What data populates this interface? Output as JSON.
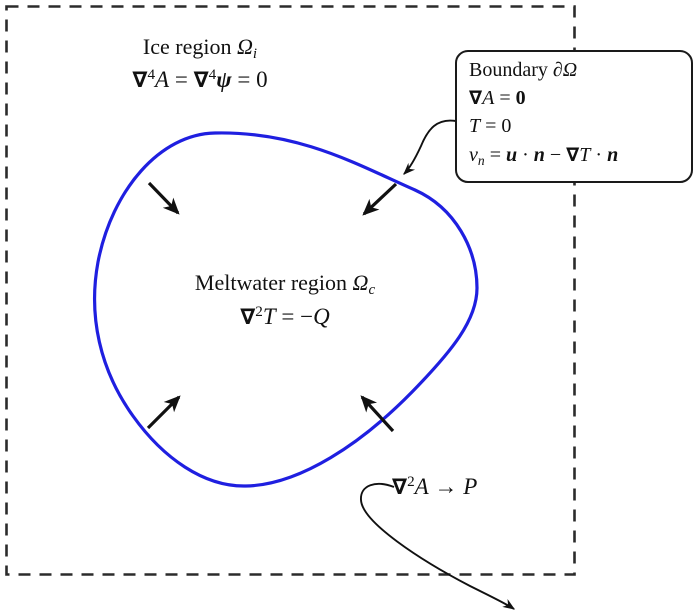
{
  "figure": {
    "type": "schematic-diagram",
    "domain_outer_boundary": "dashed-rectangle",
    "inner_region_boundary_color": "#1f1fe0",
    "line_color": "#111111",
    "background": "#ffffff"
  },
  "ice_region": {
    "title": "Ice region",
    "title_symbol": "Ω",
    "title_subscript": "i",
    "equation_nabla": "∇",
    "equation_exp": "4",
    "equation_var_a": "A",
    "equation_eq": "=",
    "equation_psi": "ψ",
    "equation_rhs": "0",
    "equation_plain": "∇4A = ∇4ψ = 0"
  },
  "meltwater_region": {
    "title": "Meltwater region",
    "title_symbol": "Ω",
    "title_subscript": "c",
    "equation_nabla": "∇",
    "equation_exp": "2",
    "equation_var_t": "T",
    "equation_eq": "=",
    "equation_minus": "−",
    "equation_var_q": "Q",
    "equation_plain": "∇2T = −Q"
  },
  "boundary_box": {
    "title": "Boundary",
    "title_symbol": "∂Ω",
    "line2": {
      "nabla": "∇",
      "var": "A",
      "eq": "=",
      "rhs": "0",
      "plain": "∇A = 0"
    },
    "line3": {
      "var": "T",
      "eq": "=",
      "rhs": "0",
      "plain": "T = 0"
    },
    "line4": {
      "var": "v",
      "sub": "n",
      "eq": "=",
      "u": "u",
      "dot": "·",
      "n": "n",
      "minus": "−",
      "nabla": "∇",
      "t": "T",
      "plain": "vn = u · n − ∇T · n"
    }
  },
  "bottom_annotation": {
    "nabla": "∇",
    "exp": "2",
    "var_a": "A",
    "arrow": "→",
    "var_p": "P",
    "plain": "∇2A → P"
  },
  "arrows": {
    "normal_vector_count": 4,
    "normal_arrow_labels": [
      "normal-arrow-top-left",
      "normal-arrow-top-right",
      "normal-arrow-bottom-left",
      "normal-arrow-bottom-right"
    ],
    "leader_boundary": "leader-boundary-to-curve",
    "leader_bottom": "leader-laplacian-to-outside"
  }
}
